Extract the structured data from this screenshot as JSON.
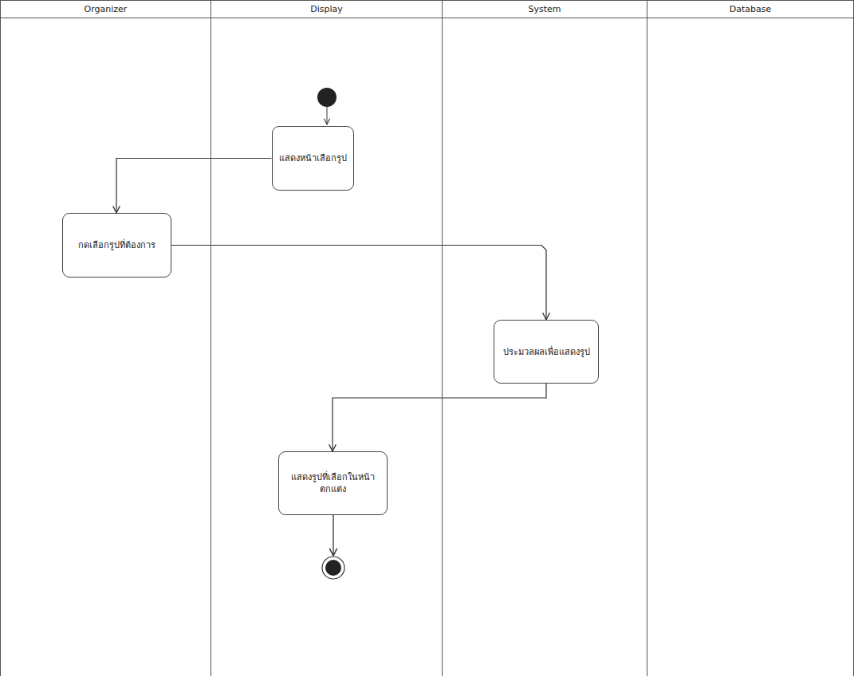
{
  "diagram": {
    "nodes": [
      {
        "text": [
          "Organizer"
        ]
      },
      {
        "text": [
          "Display"
        ]
      },
      {
        "text": [
          "System"
        ]
      },
      {
        "text": [
          "Database"
        ]
      },
      {
        "text": [
          "แสดงหน้าเลือกรูป"
        ],
        "in": 1
      },
      {
        "text": [
          "กดเลือกรูปที่ต้องการ"
        ],
        "in": 0
      },
      {
        "text": [
          "ประมวลผลเพื่อแสดงรูป"
        ],
        "in": 2
      },
      {
        "text": [
          "แสดงรูปที่เลือกในหน้า ตกแต่ง"
        ],
        "in": 1
      }
    ],
    "edges": [
      {
        "from": 4,
        "to": 5,
        "arrow": "to"
      },
      {
        "from": 5,
        "to": 6,
        "arrow": "to"
      },
      {
        "from": 6,
        "to": 7,
        "arrow": "to"
      }
    ]
  }
}
